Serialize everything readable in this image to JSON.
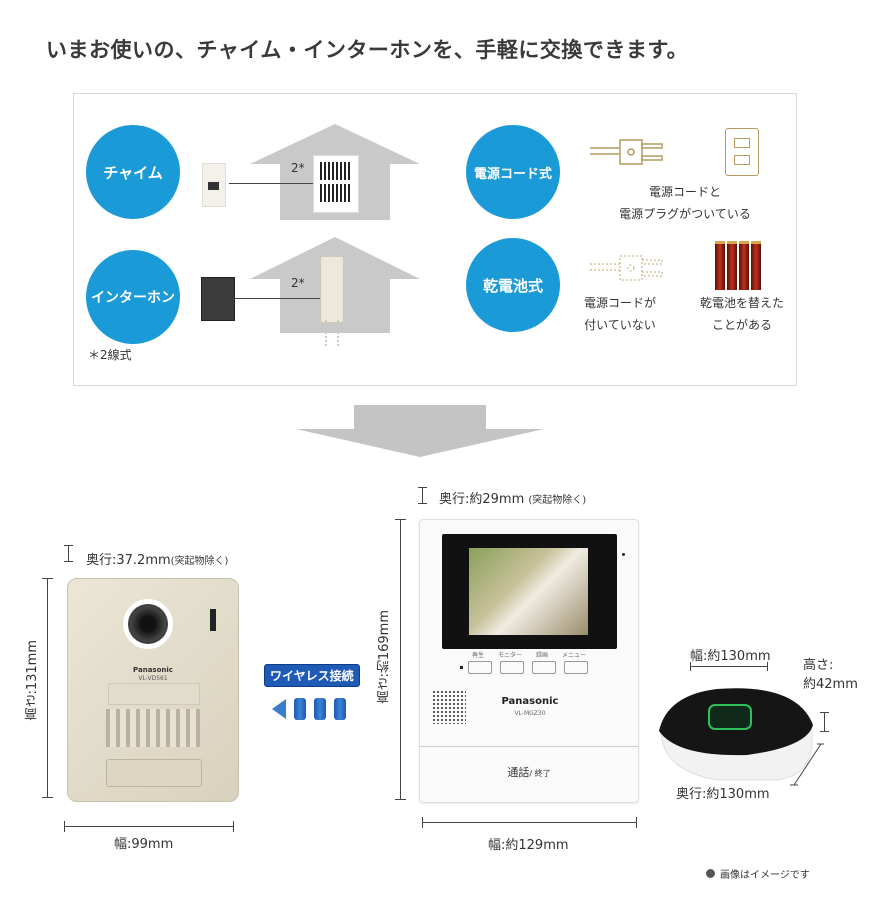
{
  "headline": "いまお使いの、チャイム・インターホンを、手軽に交換できます。",
  "comparison_panel": {
    "left": {
      "chime_label": "チャイム",
      "intercom_label": "インターホン",
      "wire_mark": "2*",
      "footnote": "＊2線式"
    },
    "right": {
      "power_cord_label": "電源コード式",
      "power_cord_caption_line1": "電源コードと",
      "power_cord_caption_line2": "電源プラグがついている",
      "battery_label": "乾電池式",
      "no_cord_caption_line1": "電源コードが",
      "no_cord_caption_line2": "付いていない",
      "battery_caption_line1": "乾電池を替えた",
      "battery_caption_line2": "ことがある"
    }
  },
  "door_station": {
    "depth": "奥行:37.2mm",
    "depth_note": "(突起物除く)",
    "height": "高さ:131mm",
    "width": "幅:99mm",
    "brand": "Panasonic",
    "model": "VL-VD561"
  },
  "wireless": {
    "label": "ワイヤレス接続"
  },
  "monitor": {
    "depth": "奥行:約29mm",
    "depth_note": "(突起物除く)",
    "height": "高さ:約169mm",
    "width": "幅:約129mm",
    "brand": "Panasonic",
    "model": "VL-MGZ30",
    "buttons": [
      "再生",
      "モニター",
      "録画",
      "メニュー"
    ],
    "talk_label": "通話",
    "end_label": "/ 終了"
  },
  "adapter": {
    "width": "幅:約130mm",
    "height_line1": "高さ:",
    "height_line2": "約42mm",
    "depth": "奥行:約130mm"
  },
  "disclaimer": "画像はイメージです",
  "colors": {
    "accent_blue": "#1a9ad7",
    "wireless_blue": "#1f5ab4",
    "house_gray": "#c9c9c9"
  }
}
